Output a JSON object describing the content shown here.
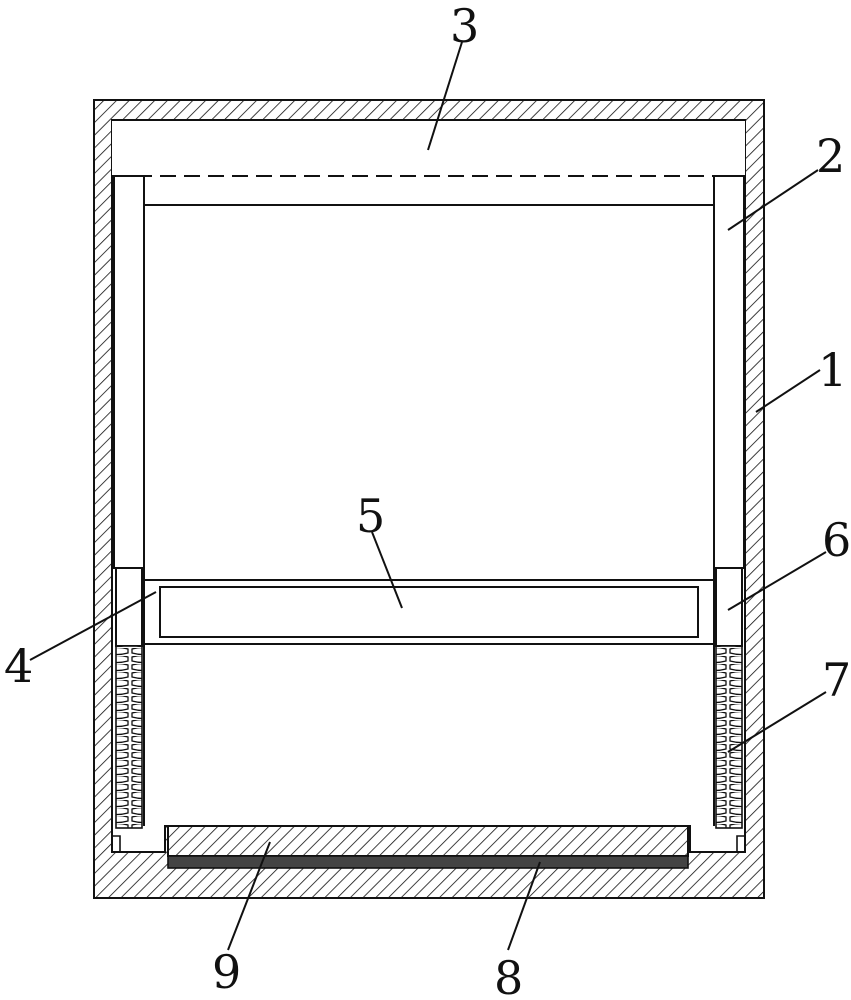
{
  "labels": {
    "housing": "1",
    "rail": "2",
    "top_channel": "3",
    "slider": "4",
    "filter_screen": "5",
    "guide_sleeve": "6",
    "spring": "7",
    "bottom_strip": "8",
    "bottom_tray": "9"
  },
  "colors": {
    "line": "#111111",
    "background": "#ffffff",
    "bottom_strip": "#444444"
  }
}
